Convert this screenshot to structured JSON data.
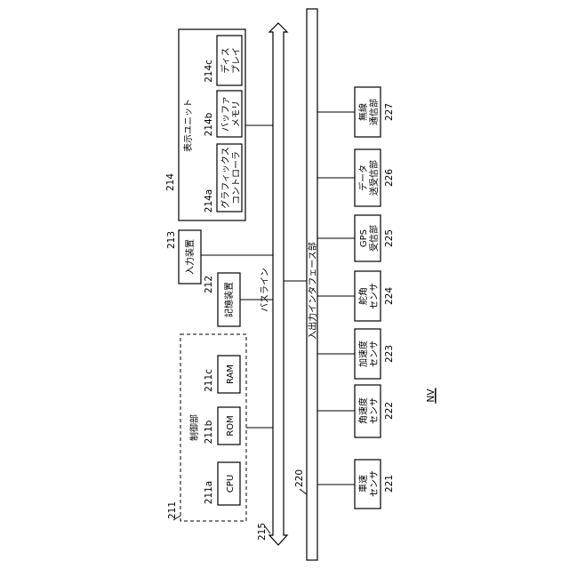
{
  "bus": {
    "label": "バスライン",
    "ref": "215"
  },
  "io_interface": {
    "label": "入出力インタフェース部",
    "ref": "220"
  },
  "control_unit": {
    "label": "制御部",
    "ref": "211",
    "cpu": {
      "label": "CPU",
      "ref": "211a"
    },
    "rom": {
      "label": "ROM",
      "ref": "211b"
    },
    "ram": {
      "label": "RAM",
      "ref": "211c"
    }
  },
  "storage": {
    "label": "記憶装置",
    "ref": "212"
  },
  "input_device": {
    "label": "入力装置",
    "ref": "213"
  },
  "display_unit": {
    "label": "表示ユニット",
    "ref": "214",
    "graphics": {
      "lines": [
        "グラフィックス",
        "コントローラ"
      ],
      "ref": "214a"
    },
    "buffer": {
      "lines": [
        "バッファ",
        "メモリ"
      ],
      "ref": "214b"
    },
    "display": {
      "lines": [
        "ディス",
        "プレイ"
      ],
      "ref": "214c"
    }
  },
  "sensors": [
    {
      "lines": [
        "車速",
        "センサ"
      ],
      "ref": "221"
    },
    {
      "lines": [
        "角速度",
        "センサ"
      ],
      "ref": "222"
    },
    {
      "lines": [
        "加速度",
        "センサ"
      ],
      "ref": "223"
    },
    {
      "lines": [
        "舵角",
        "センサ"
      ],
      "ref": "224"
    },
    {
      "lines": [
        "GPS",
        "受信部"
      ],
      "ref": "225"
    },
    {
      "lines": [
        "データ",
        "送受信部"
      ],
      "ref": "226"
    },
    {
      "lines": [
        "無線",
        "通信部"
      ],
      "ref": "227"
    }
  ],
  "footer_label": "NV"
}
